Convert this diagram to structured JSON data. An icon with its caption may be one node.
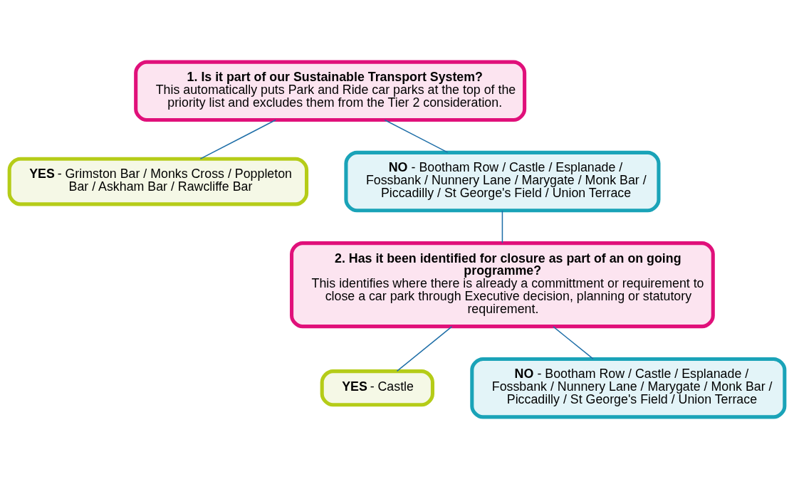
{
  "diagram": {
    "nodes": [
      {
        "text": [
          "1. Is it part of our Sustainable Transport System?",
          "This automatically puts Park and Ride car parks at the top of the priority list and excludes them from the Tier 2 consideration."
        ]
      },
      {
        "text": [
          "**YES** - Grimston Bar / Monks Cross / Poppleton Bar / Askham Bar / Rawcliffe Bar"
        ]
      },
      {
        "text": [
          "**NO** - Bootham Row / Castle / Esplanade / Fossbank / Nunnery Lane / Marygate / Monk Bar / Piccadilly / St George's Field / Union Terrace"
        ]
      },
      {
        "text": [
          "2. Has it been identified for closure as part of an on going programme?",
          "This identifies where there is already a committment or requirement to close a car park through Executive decision, planning or statutory requirement."
        ]
      },
      {
        "text": [
          "**YES** - Castle"
        ]
      },
      {
        "text": [
          "**NO** - Bootham Row / Castle / Esplanade / Fossbank / Nunnery Lane / Marygate / Monk Bar / Piccadilly / St George's Field / Union Terrace"
        ]
      }
    ],
    "edges": [
      {
        "from": 0,
        "to": 1,
        "arrow": "none"
      },
      {
        "from": 0,
        "to": 2,
        "arrow": "none"
      },
      {
        "from": 2,
        "to": 3,
        "arrow": "none"
      },
      {
        "from": 3,
        "to": 4,
        "arrow": "none"
      },
      {
        "from": 3,
        "to": 5,
        "arrow": "none"
      }
    ]
  }
}
